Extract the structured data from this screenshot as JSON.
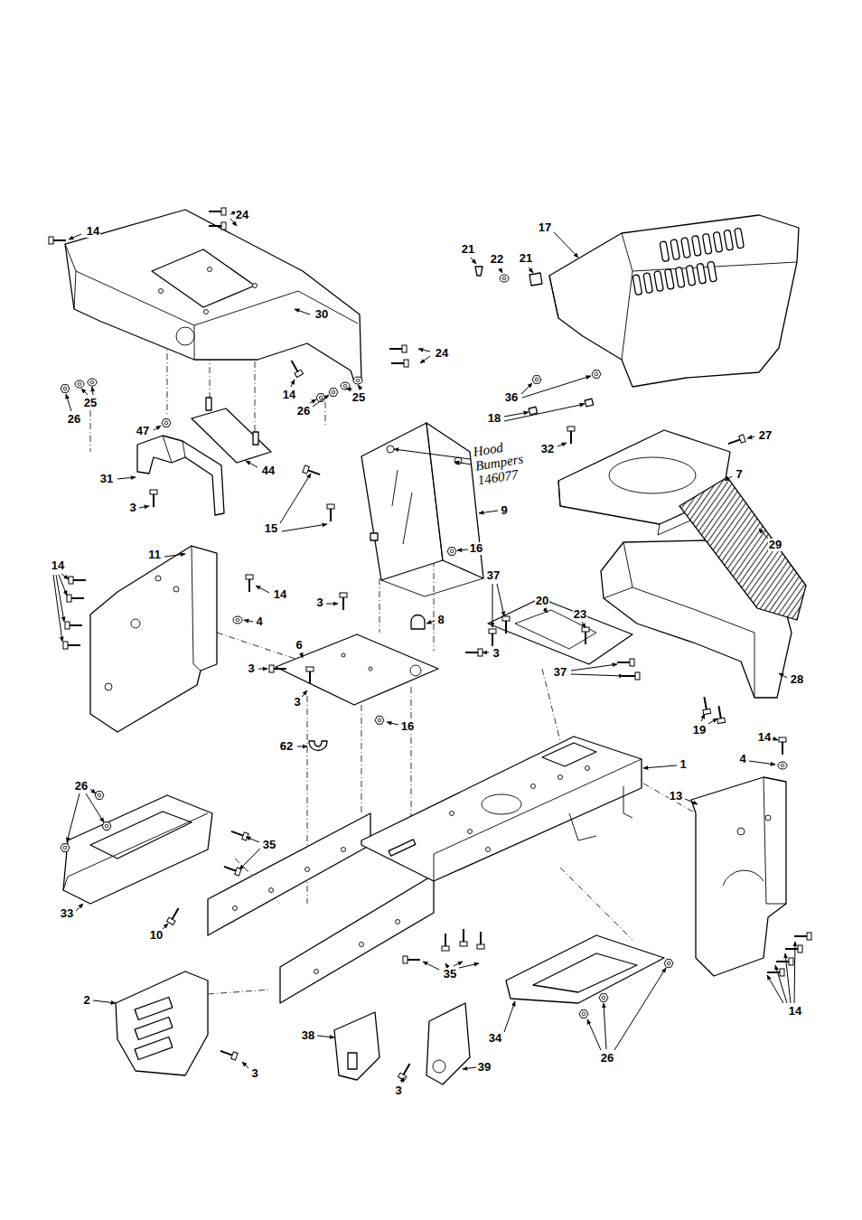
{
  "diagram": {
    "labels": [
      "14",
      "24",
      "24",
      "30",
      "25",
      "26",
      "47",
      "14",
      "26",
      "25",
      "44",
      "31",
      "3",
      "15",
      "9",
      "16",
      "21",
      "22",
      "21",
      "17",
      "36",
      "18",
      "32",
      "27",
      "7",
      "29",
      "28",
      "19",
      "11",
      "14",
      "14",
      "4",
      "3",
      "8",
      "6",
      "3",
      "3",
      "37",
      "20",
      "23",
      "37",
      "3",
      "16",
      "62",
      "1",
      "14",
      "4",
      "13",
      "26",
      "35",
      "33",
      "10",
      "2",
      "3",
      "35",
      "38",
      "3",
      "39",
      "34",
      "26",
      "14",
      "Hood Bumpers 146077"
    ]
  }
}
